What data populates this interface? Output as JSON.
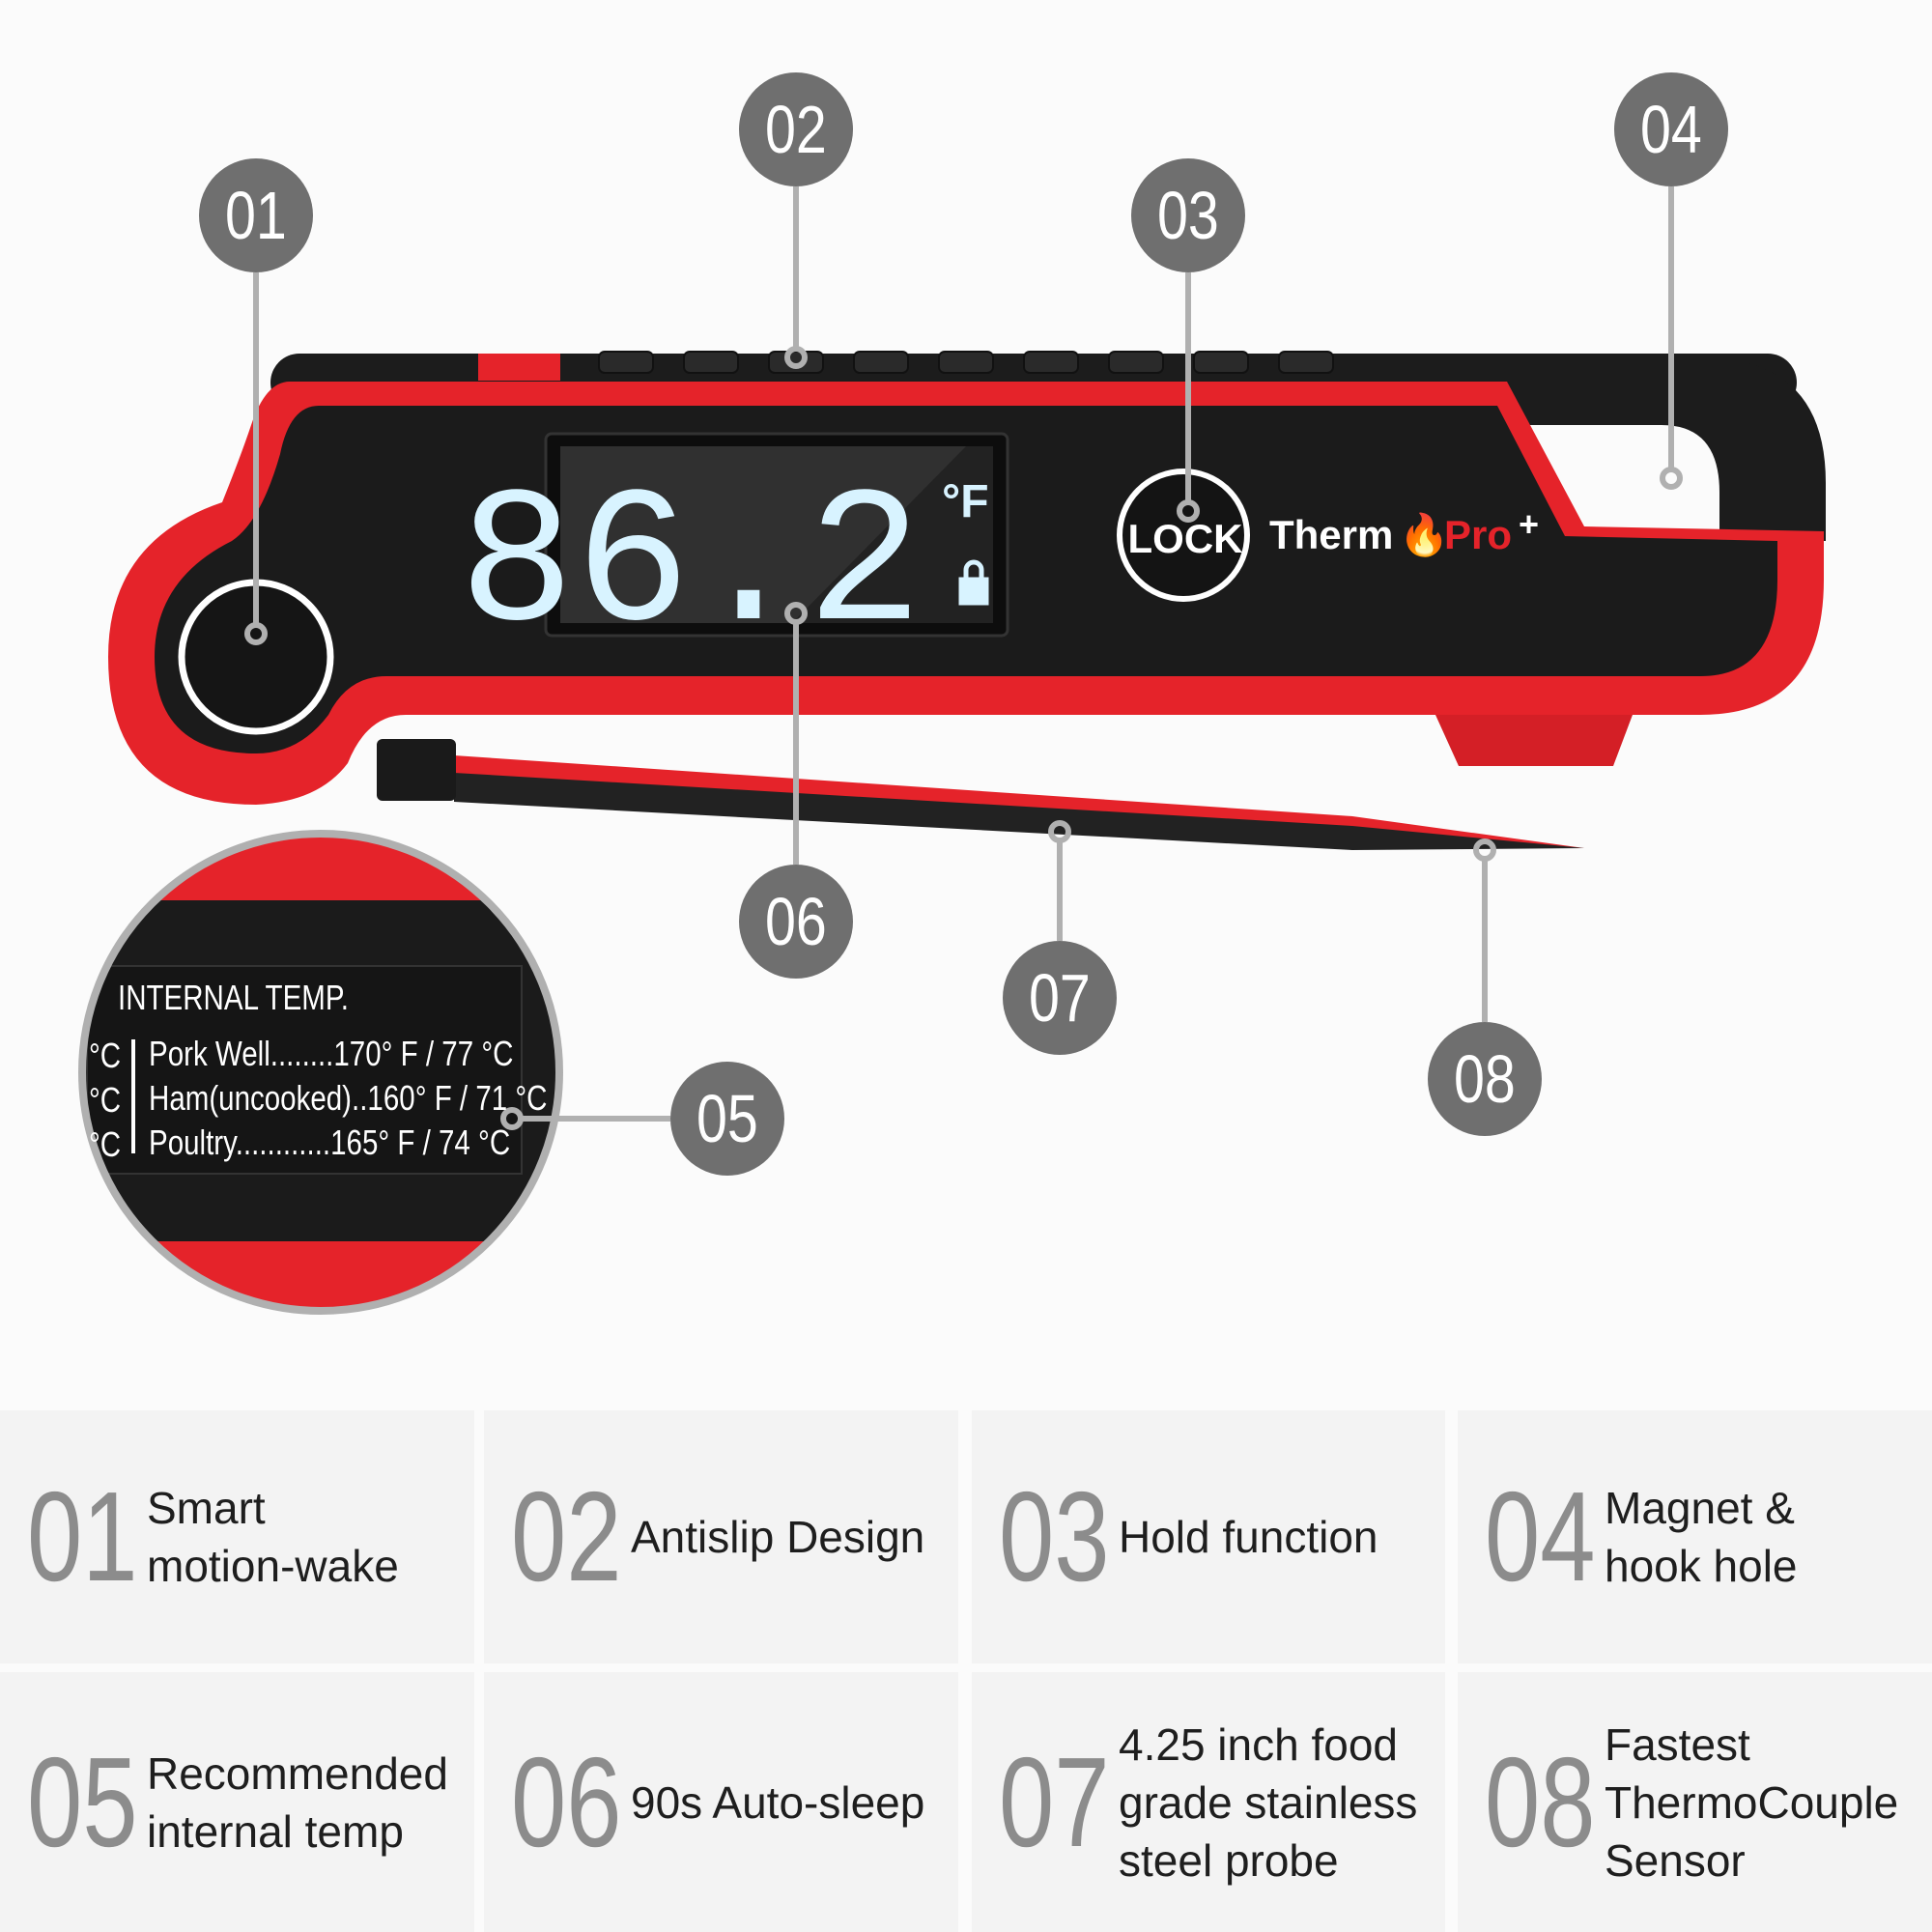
{
  "device": {
    "display_reading": "86.2",
    "display_unit": "°F",
    "lock_button_label": "LOCK",
    "brand_logo": "ThermoPro+",
    "colors": {
      "body_red": "#e5232a",
      "body_black": "#1b1b1b",
      "lcd_digits": "#d8f3ff",
      "callout_gray": "#6f6f6f"
    }
  },
  "magnifier": {
    "heading": "INTERNAL  TEMP.",
    "rows": [
      {
        "food": "Pork Well",
        "dots": "........",
        "value": "170° F / 77 °C"
      },
      {
        "food": "Ham(uncooked)",
        "dots": "..",
        "value": "160° F / 71 °C"
      },
      {
        "food": "Poultry",
        "dots": "............",
        "value": "165° F / 74 °C"
      }
    ],
    "left_partial": "°C"
  },
  "callouts": [
    "01",
    "02",
    "03",
    "04",
    "05",
    "06",
    "07",
    "08"
  ],
  "features": [
    {
      "num": "01",
      "text": "Smart\nmotion-wake"
    },
    {
      "num": "02",
      "text": "Antislip Design"
    },
    {
      "num": "03",
      "text": "Hold function"
    },
    {
      "num": "04",
      "text": "Magnet &\nhook hole"
    },
    {
      "num": "05",
      "text": "Recommended\ninternal temp"
    },
    {
      "num": "06",
      "text": "90s Auto-sleep"
    },
    {
      "num": "07",
      "text": "4.25 inch food\ngrade stainless\nsteel probe"
    },
    {
      "num": "08",
      "text": "Fastest\nThermoCouple\nSensor"
    }
  ]
}
